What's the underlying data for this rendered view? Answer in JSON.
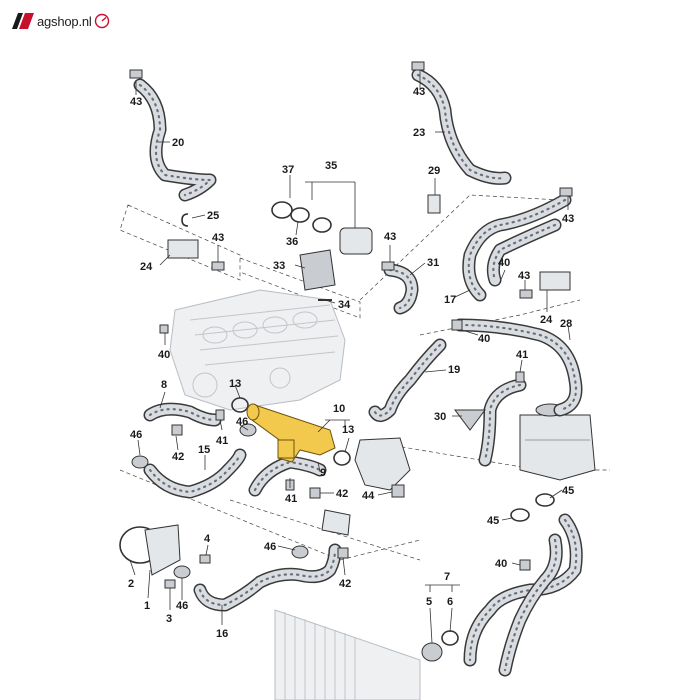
{
  "brand": {
    "name": "agshop.nl",
    "colors": {
      "mark": "#c8102e",
      "text": "#222222"
    }
  },
  "diagram": {
    "highlight_color": "#f2c94c",
    "callouts": [
      {
        "id": "c43a",
        "label": "43"
      },
      {
        "id": "c20",
        "label": "20"
      },
      {
        "id": "c25",
        "label": "25"
      },
      {
        "id": "c43b",
        "label": "43"
      },
      {
        "id": "c24a",
        "label": "24"
      },
      {
        "id": "c37",
        "label": "37"
      },
      {
        "id": "c35",
        "label": "35"
      },
      {
        "id": "c36",
        "label": "36"
      },
      {
        "id": "c33",
        "label": "33"
      },
      {
        "id": "c34",
        "label": "34"
      },
      {
        "id": "c43c",
        "label": "43"
      },
      {
        "id": "c31",
        "label": "31"
      },
      {
        "id": "c43d",
        "label": "43"
      },
      {
        "id": "c23",
        "label": "23"
      },
      {
        "id": "c29",
        "label": "29"
      },
      {
        "id": "c43e",
        "label": "43"
      },
      {
        "id": "c40a",
        "label": "40"
      },
      {
        "id": "c43f",
        "label": "43"
      },
      {
        "id": "c17",
        "label": "17"
      },
      {
        "id": "c24b",
        "label": "24"
      },
      {
        "id": "c28",
        "label": "28"
      },
      {
        "id": "c40b",
        "label": "40"
      },
      {
        "id": "c41a",
        "label": "41"
      },
      {
        "id": "c40c",
        "label": "40"
      },
      {
        "id": "c19",
        "label": "19"
      },
      {
        "id": "c8",
        "label": "8"
      },
      {
        "id": "c13a",
        "label": "13"
      },
      {
        "id": "c10",
        "label": "10"
      },
      {
        "id": "c13b",
        "label": "13"
      },
      {
        "id": "c30",
        "label": "30"
      },
      {
        "id": "c46a",
        "label": "46"
      },
      {
        "id": "c46b",
        "label": "46"
      },
      {
        "id": "c41b",
        "label": "41"
      },
      {
        "id": "c42a",
        "label": "42"
      },
      {
        "id": "c15",
        "label": "15"
      },
      {
        "id": "c9",
        "label": "9"
      },
      {
        "id": "c41c",
        "label": "41"
      },
      {
        "id": "c42b",
        "label": "42"
      },
      {
        "id": "c44",
        "label": "44"
      },
      {
        "id": "c45a",
        "label": "45"
      },
      {
        "id": "c45b",
        "label": "45"
      },
      {
        "id": "c4",
        "label": "4"
      },
      {
        "id": "c46c",
        "label": "46"
      },
      {
        "id": "c2",
        "label": "2"
      },
      {
        "id": "c1",
        "label": "1"
      },
      {
        "id": "c46d",
        "label": "46"
      },
      {
        "id": "c3",
        "label": "3"
      },
      {
        "id": "c42c",
        "label": "42"
      },
      {
        "id": "c16",
        "label": "16"
      },
      {
        "id": "c7",
        "label": "7"
      },
      {
        "id": "c5",
        "label": "5"
      },
      {
        "id": "c6",
        "label": "6"
      },
      {
        "id": "c40d",
        "label": "40"
      }
    ]
  }
}
